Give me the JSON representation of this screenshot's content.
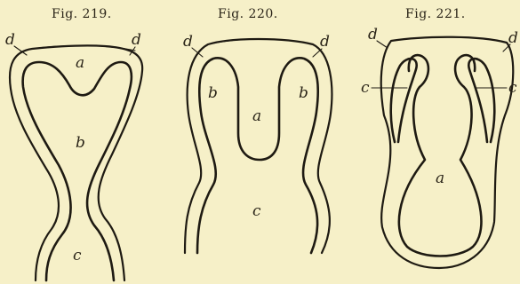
{
  "figures": [
    {
      "caption": "Fig. 219.",
      "labels": {
        "d_left": "d",
        "d_right": "d",
        "a": "a",
        "b": "b",
        "c": "c"
      }
    },
    {
      "caption": "Fig. 220.",
      "labels": {
        "d_left": "d",
        "d_right": "d",
        "a": "a",
        "b_left": "b",
        "b_right": "b",
        "c": "c"
      }
    },
    {
      "caption": "Fig. 221.",
      "labels": {
        "d_left": "d",
        "d_right": "d",
        "a": "a",
        "c_left": "c",
        "c_right": "c"
      }
    }
  ]
}
